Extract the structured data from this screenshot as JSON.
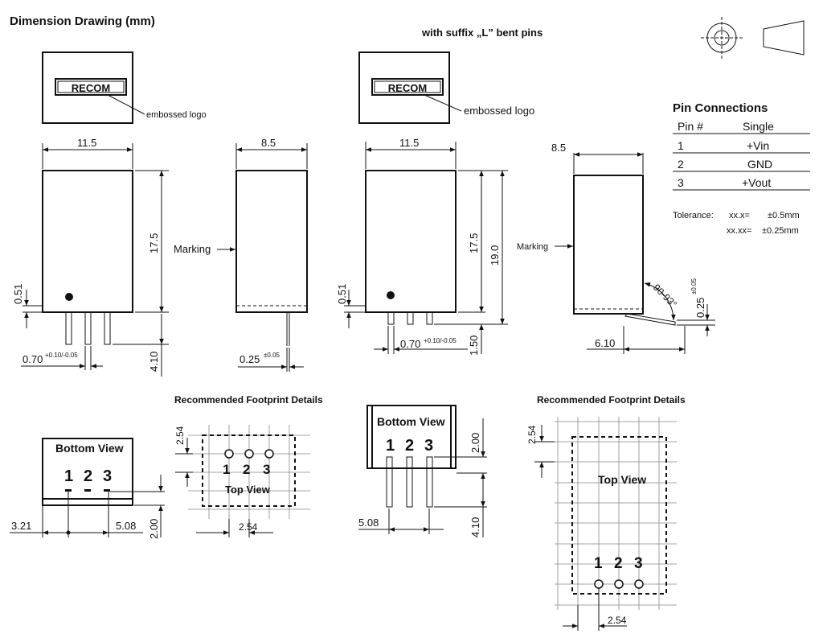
{
  "header": {
    "title": "Dimension Drawing (mm)",
    "bent_pins": "with suffix „L” bent pins"
  },
  "logo": {
    "text": "RECOM",
    "label": "embossed logo"
  },
  "marking": "Marking",
  "labels": {
    "bottom_view": "Bottom View",
    "top_view": "Top View",
    "footprint": "Recommended Footprint Details"
  },
  "pins": [
    "1",
    "2",
    "3"
  ],
  "dims": {
    "w115": "11.5",
    "w85": "8.5",
    "h175": "17.5",
    "h190": "19.0",
    "d051": "0.51",
    "d070": "0.70",
    "d070_tol": "+0.10/-0.05",
    "d410": "4.10",
    "d025": "0.25",
    "d025_tol": "±0.05",
    "d025b_tol": "±0.05",
    "d150": "1.50",
    "d610": "6.10",
    "angle": "90-93°",
    "d254": "2.54",
    "d200": "2.00",
    "d321": "3.21",
    "d508": "5.08"
  },
  "pin_table": {
    "title": "Pin Connections",
    "col_pin": "Pin #",
    "col_single": "Single",
    "rows": [
      {
        "pin": "1",
        "func": "+Vin"
      },
      {
        "pin": "2",
        "func": "GND"
      },
      {
        "pin": "3",
        "func": "+Vout"
      }
    ]
  },
  "tolerance": {
    "label": "Tolerance:",
    "r1_key": "xx.x=",
    "r1_val": "±0.5mm",
    "r2_key": "xx.xx=",
    "r2_val": "±0.25mm"
  }
}
